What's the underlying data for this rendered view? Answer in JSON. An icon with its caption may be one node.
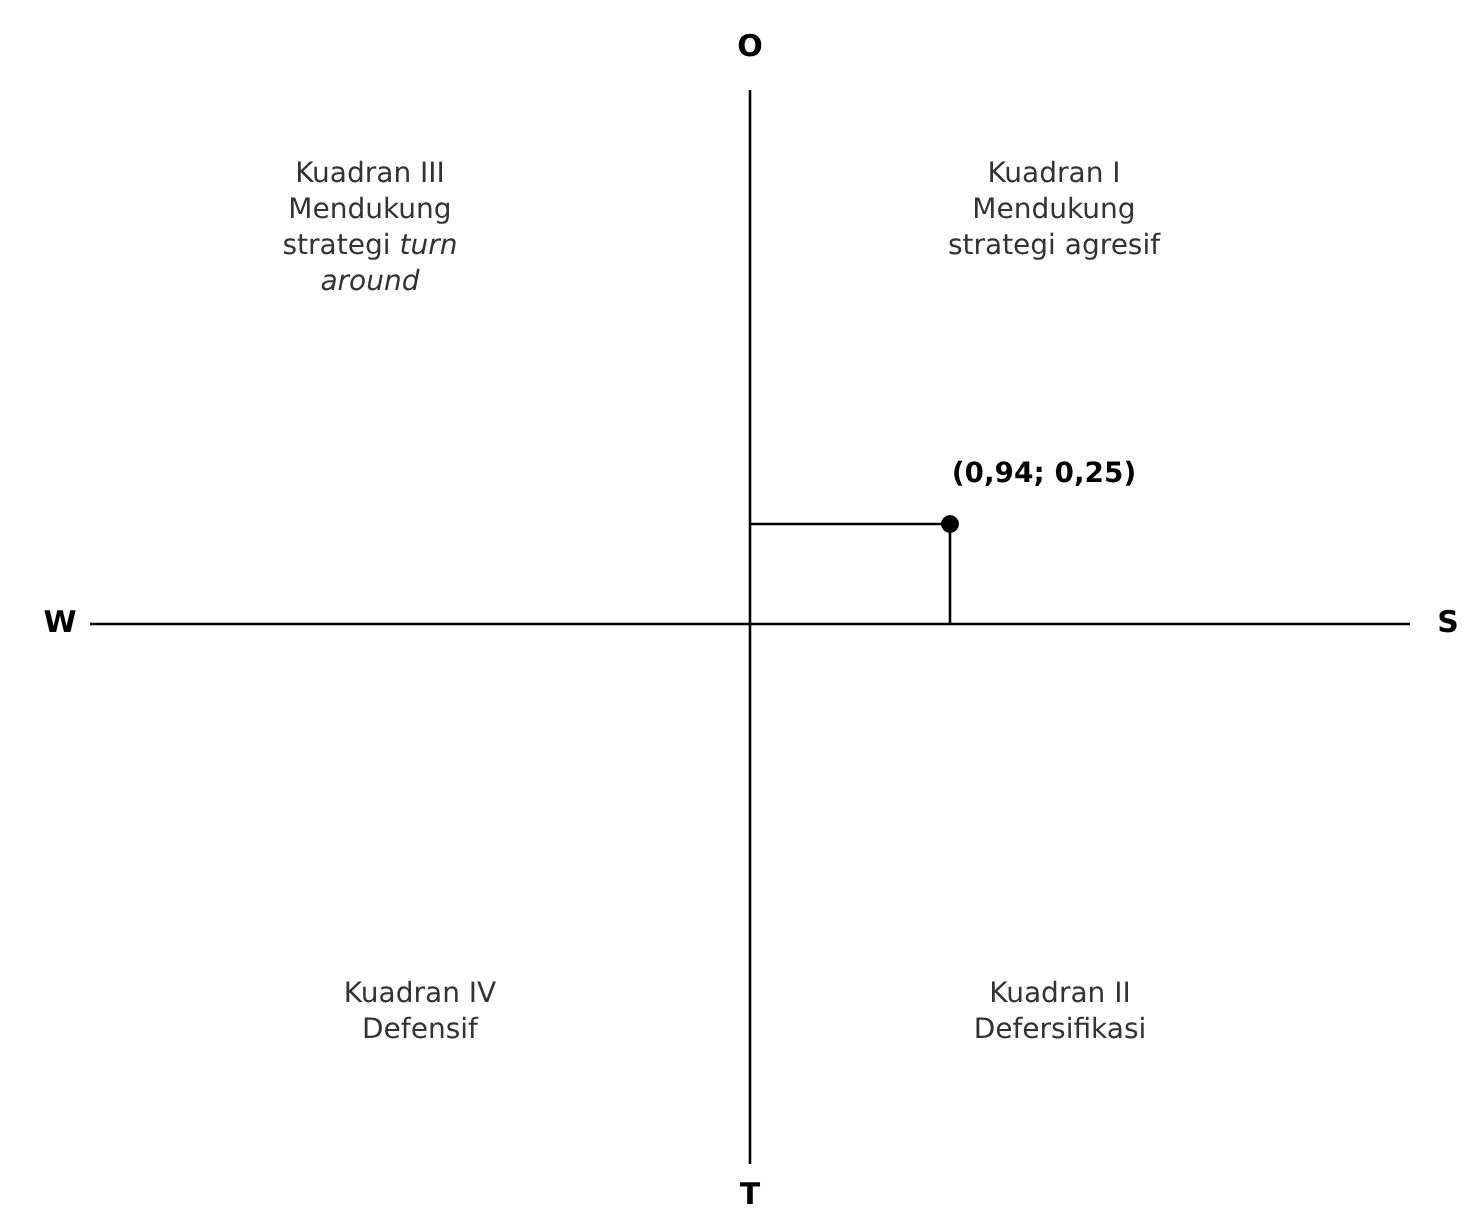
{
  "diagram": {
    "labels": [
      "O",
      "Kuadran III",
      "Mendukung strategi *turn around*",
      "Kuadran I",
      "Mendukung strategi agresif",
      "(0,94; 0,25)",
      "W",
      "S",
      "Kuadran IV",
      "Defensif",
      "Kuadran II",
      "Defersifikasi",
      "T"
    ]
  }
}
